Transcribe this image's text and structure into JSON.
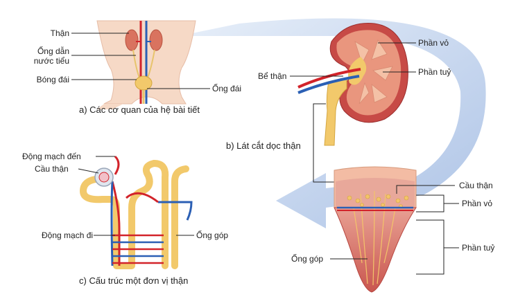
{
  "panel_a": {
    "caption": "a) Các cơ quan của hệ bài tiết",
    "labels": {
      "kidney": "Thận",
      "ureter_line1": "Ống dẫn",
      "ureter_line2": "nước tiểu",
      "bladder": "Bóng đái",
      "urethra": "Ống đái"
    }
  },
  "panel_b": {
    "caption": "b) Lát cắt dọc thận",
    "labels": {
      "cortex": "Phần vỏ",
      "medulla": "Phần tuỷ",
      "renal_pelvis": "Bể thận"
    }
  },
  "panel_c": {
    "caption": "c) Cấu trúc một đơn vị thận",
    "labels": {
      "afferent_arteriole": "Động mạch đến",
      "glomerulus": "Cầu thận",
      "efferent_arteriole": "Động mạch đi",
      "collecting_duct": "Ống góp"
    }
  },
  "panel_d": {
    "labels": {
      "glomerulus": "Cầu thận",
      "cortex": "Phần vỏ",
      "medulla": "Phần tuỷ",
      "collecting_duct": "Ống góp"
    }
  },
  "colors": {
    "artery": "#d2232a",
    "vein": "#2b5fb4",
    "tubule": "#f2c96b",
    "kidney": "#e9967e",
    "skin": "#f6d9c6",
    "arrow": "#a9c2e6"
  }
}
